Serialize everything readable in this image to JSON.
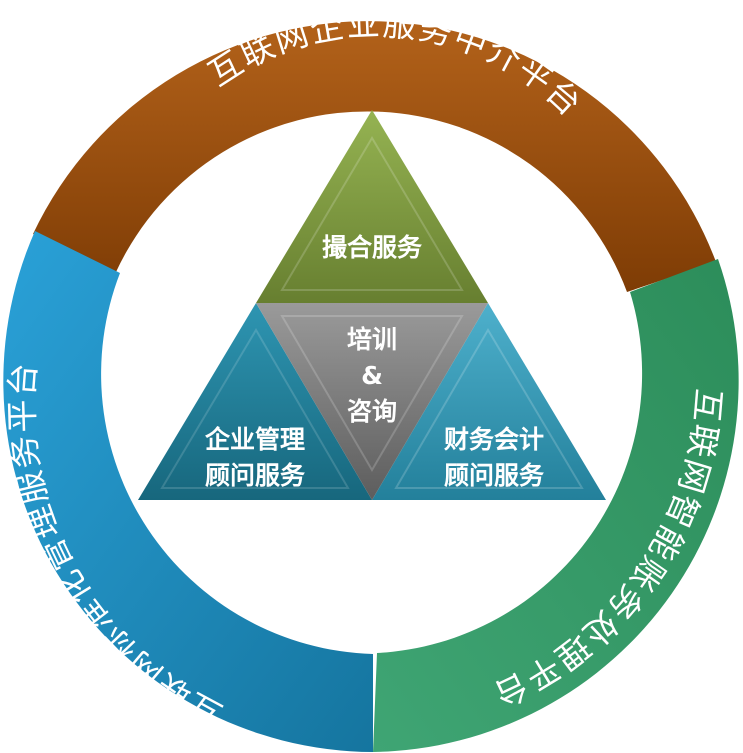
{
  "ring": {
    "top": {
      "label": "互联网企业服务中介平台",
      "color": "#9a4d0c"
    },
    "right": {
      "label": "互联网智能账务处理平台",
      "color": "#2f9660"
    },
    "left": {
      "label": "互联网标准化管理服务平台",
      "color": "#1d8ec4"
    }
  },
  "triangles": {
    "top": {
      "label": "撮合服务",
      "color": "#7d9a3f"
    },
    "center": {
      "line1": "培训",
      "line2": "&",
      "line3": "咨询",
      "color": "#7b7b7b"
    },
    "left": {
      "line1": "企业管理",
      "line2": "顾问服务",
      "color": "#237f98"
    },
    "right": {
      "line1": "财务会计",
      "line2": "顾问服务",
      "color": "#3493ad"
    }
  }
}
